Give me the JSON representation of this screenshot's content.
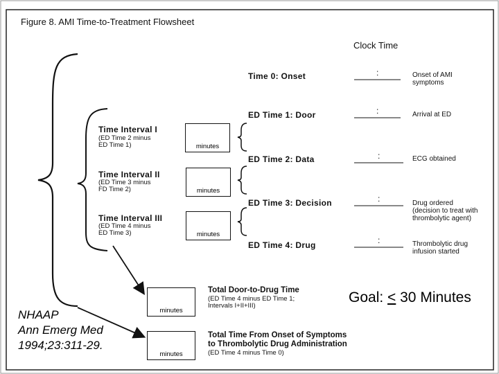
{
  "figure_title": "Figure 8.   AMI Time-to-Treatment Flowsheet",
  "clock_time_label": "Clock Time",
  "clock_colon": ":",
  "times": [
    {
      "label": "Time 0:  Onset",
      "desc": "Onset of AMI symptoms"
    },
    {
      "label": "ED Time 1:  Door",
      "desc": "Arrival at ED"
    },
    {
      "label": "ED Time 2:  Data",
      "desc": "ECG obtained"
    },
    {
      "label": "ED Time 3:  Decision",
      "desc": "Drug ordered (decision to treat with thrombolytic agent)"
    },
    {
      "label": "ED Time 4:  Drug",
      "desc": "Thrombolytic drug infusion started"
    }
  ],
  "intervals": [
    {
      "title": "Time Interval I",
      "sub1": "(ED Time 2 minus",
      "sub2": "ED Time 1)"
    },
    {
      "title": "Time Interval II",
      "sub1": "(ED Time 3 minus",
      "sub2": "FD Time 2)"
    },
    {
      "title": "Time Interval III",
      "sub1": "(ED Time 4 minus",
      "sub2": "ED Time 3)"
    }
  ],
  "minutes_label": "minutes",
  "totals": [
    {
      "title": "Total Door-to-Drug Time",
      "sub1": "(ED Time 4 minus ED Time 1;",
      "sub2": "Intervals I+II+III)"
    },
    {
      "title": "Total Time From Onset of Symptoms",
      "title2": "to Thrombolytic Drug Administration",
      "sub1": "(ED Time 4 minus Time 0)"
    }
  ],
  "goal": {
    "prefix": "Goal:  ",
    "symbol": "<",
    "suffix": " 30 Minutes"
  },
  "citation": {
    "line1": "NHAAP",
    "line2": "Ann Emerg Med",
    "line3": "1994;23:311-29."
  }
}
